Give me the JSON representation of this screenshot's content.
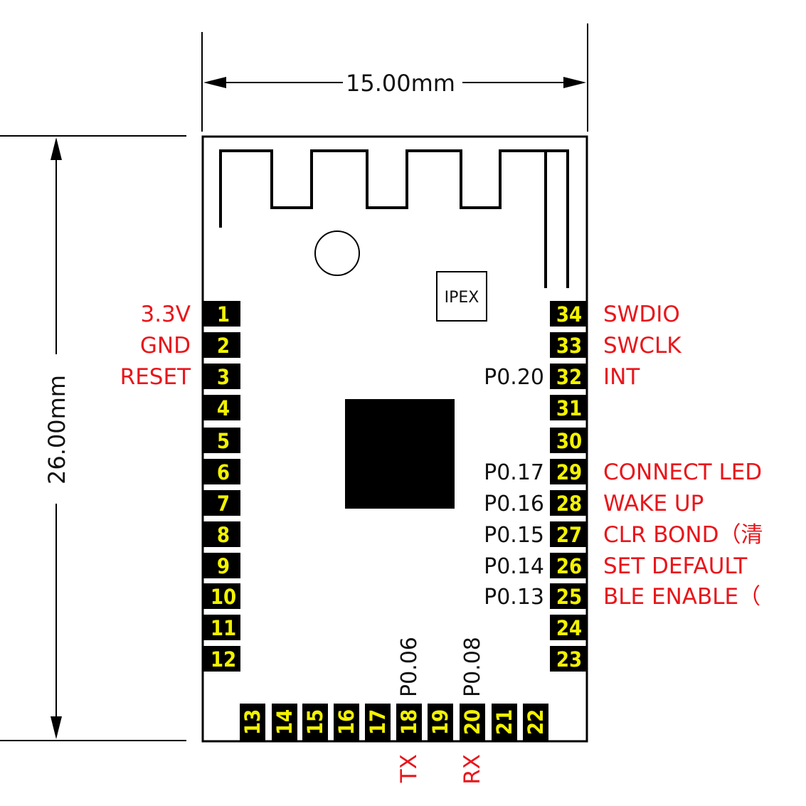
{
  "dimensions": {
    "width_label": "15.00mm",
    "height_label": "26.00mm"
  },
  "ipex_label": "IPEX",
  "left_pins": [
    {
      "num": "1",
      "func": "3.3V"
    },
    {
      "num": "2",
      "func": "GND"
    },
    {
      "num": "3",
      "func": "RESET"
    },
    {
      "num": "4",
      "func": ""
    },
    {
      "num": "5",
      "func": ""
    },
    {
      "num": "6",
      "func": ""
    },
    {
      "num": "7",
      "func": ""
    },
    {
      "num": "8",
      "func": ""
    },
    {
      "num": "9",
      "func": ""
    },
    {
      "num": "10",
      "func": ""
    },
    {
      "num": "11",
      "func": ""
    },
    {
      "num": "12",
      "func": ""
    }
  ],
  "right_pins": [
    {
      "num": "34",
      "gpio": "",
      "func": "SWDIO"
    },
    {
      "num": "33",
      "gpio": "",
      "func": "SWCLK"
    },
    {
      "num": "32",
      "gpio": "P0.20",
      "func": "INT"
    },
    {
      "num": "31",
      "gpio": "",
      "func": ""
    },
    {
      "num": "30",
      "gpio": "",
      "func": ""
    },
    {
      "num": "29",
      "gpio": "P0.17",
      "func": "CONNECT  LED"
    },
    {
      "num": "28",
      "gpio": "P0.16",
      "func": "WAKE  UP"
    },
    {
      "num": "27",
      "gpio": "P0.15",
      "func": "CLR  BOND（清"
    },
    {
      "num": "26",
      "gpio": "P0.14",
      "func": "SET  DEFAULT"
    },
    {
      "num": "25",
      "gpio": "P0.13",
      "func": "BLE  ENABLE（"
    },
    {
      "num": "24",
      "gpio": "",
      "func": ""
    },
    {
      "num": "23",
      "gpio": "",
      "func": ""
    }
  ],
  "bottom_pins": [
    {
      "num": "13",
      "gpio": "",
      "func": ""
    },
    {
      "num": "14",
      "gpio": "",
      "func": ""
    },
    {
      "num": "15",
      "gpio": "",
      "func": ""
    },
    {
      "num": "16",
      "gpio": "",
      "func": ""
    },
    {
      "num": "17",
      "gpio": "",
      "func": ""
    },
    {
      "num": "18",
      "gpio": "P0.06",
      "func": "TX"
    },
    {
      "num": "19",
      "gpio": "",
      "func": ""
    },
    {
      "num": "20",
      "gpio": "P0.08",
      "func": "RX"
    },
    {
      "num": "21",
      "gpio": "",
      "func": ""
    },
    {
      "num": "22",
      "gpio": "",
      "func": ""
    }
  ]
}
